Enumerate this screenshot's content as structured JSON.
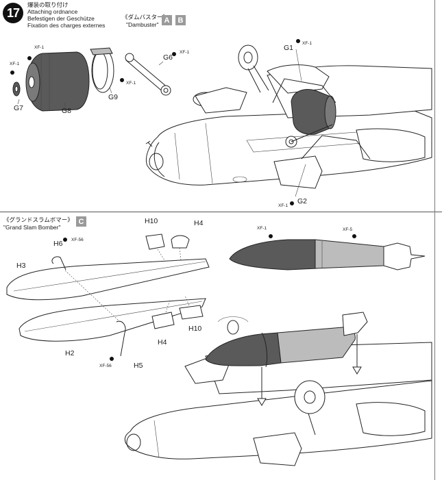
{
  "step": {
    "number": "17"
  },
  "header": {
    "title_jp": "爆装の取り付け",
    "title_en": "Attaching ordnance",
    "title_de": "Befestigen der Geschütze",
    "title_fr": "Fixation des charges externes",
    "variant_jp": "《ダムバスター》",
    "variant_en": "\"Dambuster\"",
    "badges": [
      "A",
      "B"
    ]
  },
  "section2": {
    "variant_jp": "《グランドスラムボマー》",
    "variant_en": "\"Grand Slam Bomber\"",
    "badge": "C"
  },
  "parts": {
    "g1": "G1",
    "g2": "G2",
    "g6": "G6",
    "g7": "G7",
    "g8": "G8",
    "g9": "G9",
    "h2": "H2",
    "h3": "H3",
    "h4a": "H4",
    "h4b": "H4",
    "h5": "H5",
    "h6": "H6",
    "h10a": "H10",
    "h10b": "H10"
  },
  "paints": {
    "xf1": "XF-1",
    "xf5": "XF-5",
    "xf56": "XF-56"
  },
  "colors": {
    "dark_grey": "#5a5a5a",
    "light_grey": "#bcbcbc",
    "badge_grey": "#9a9a9a"
  }
}
